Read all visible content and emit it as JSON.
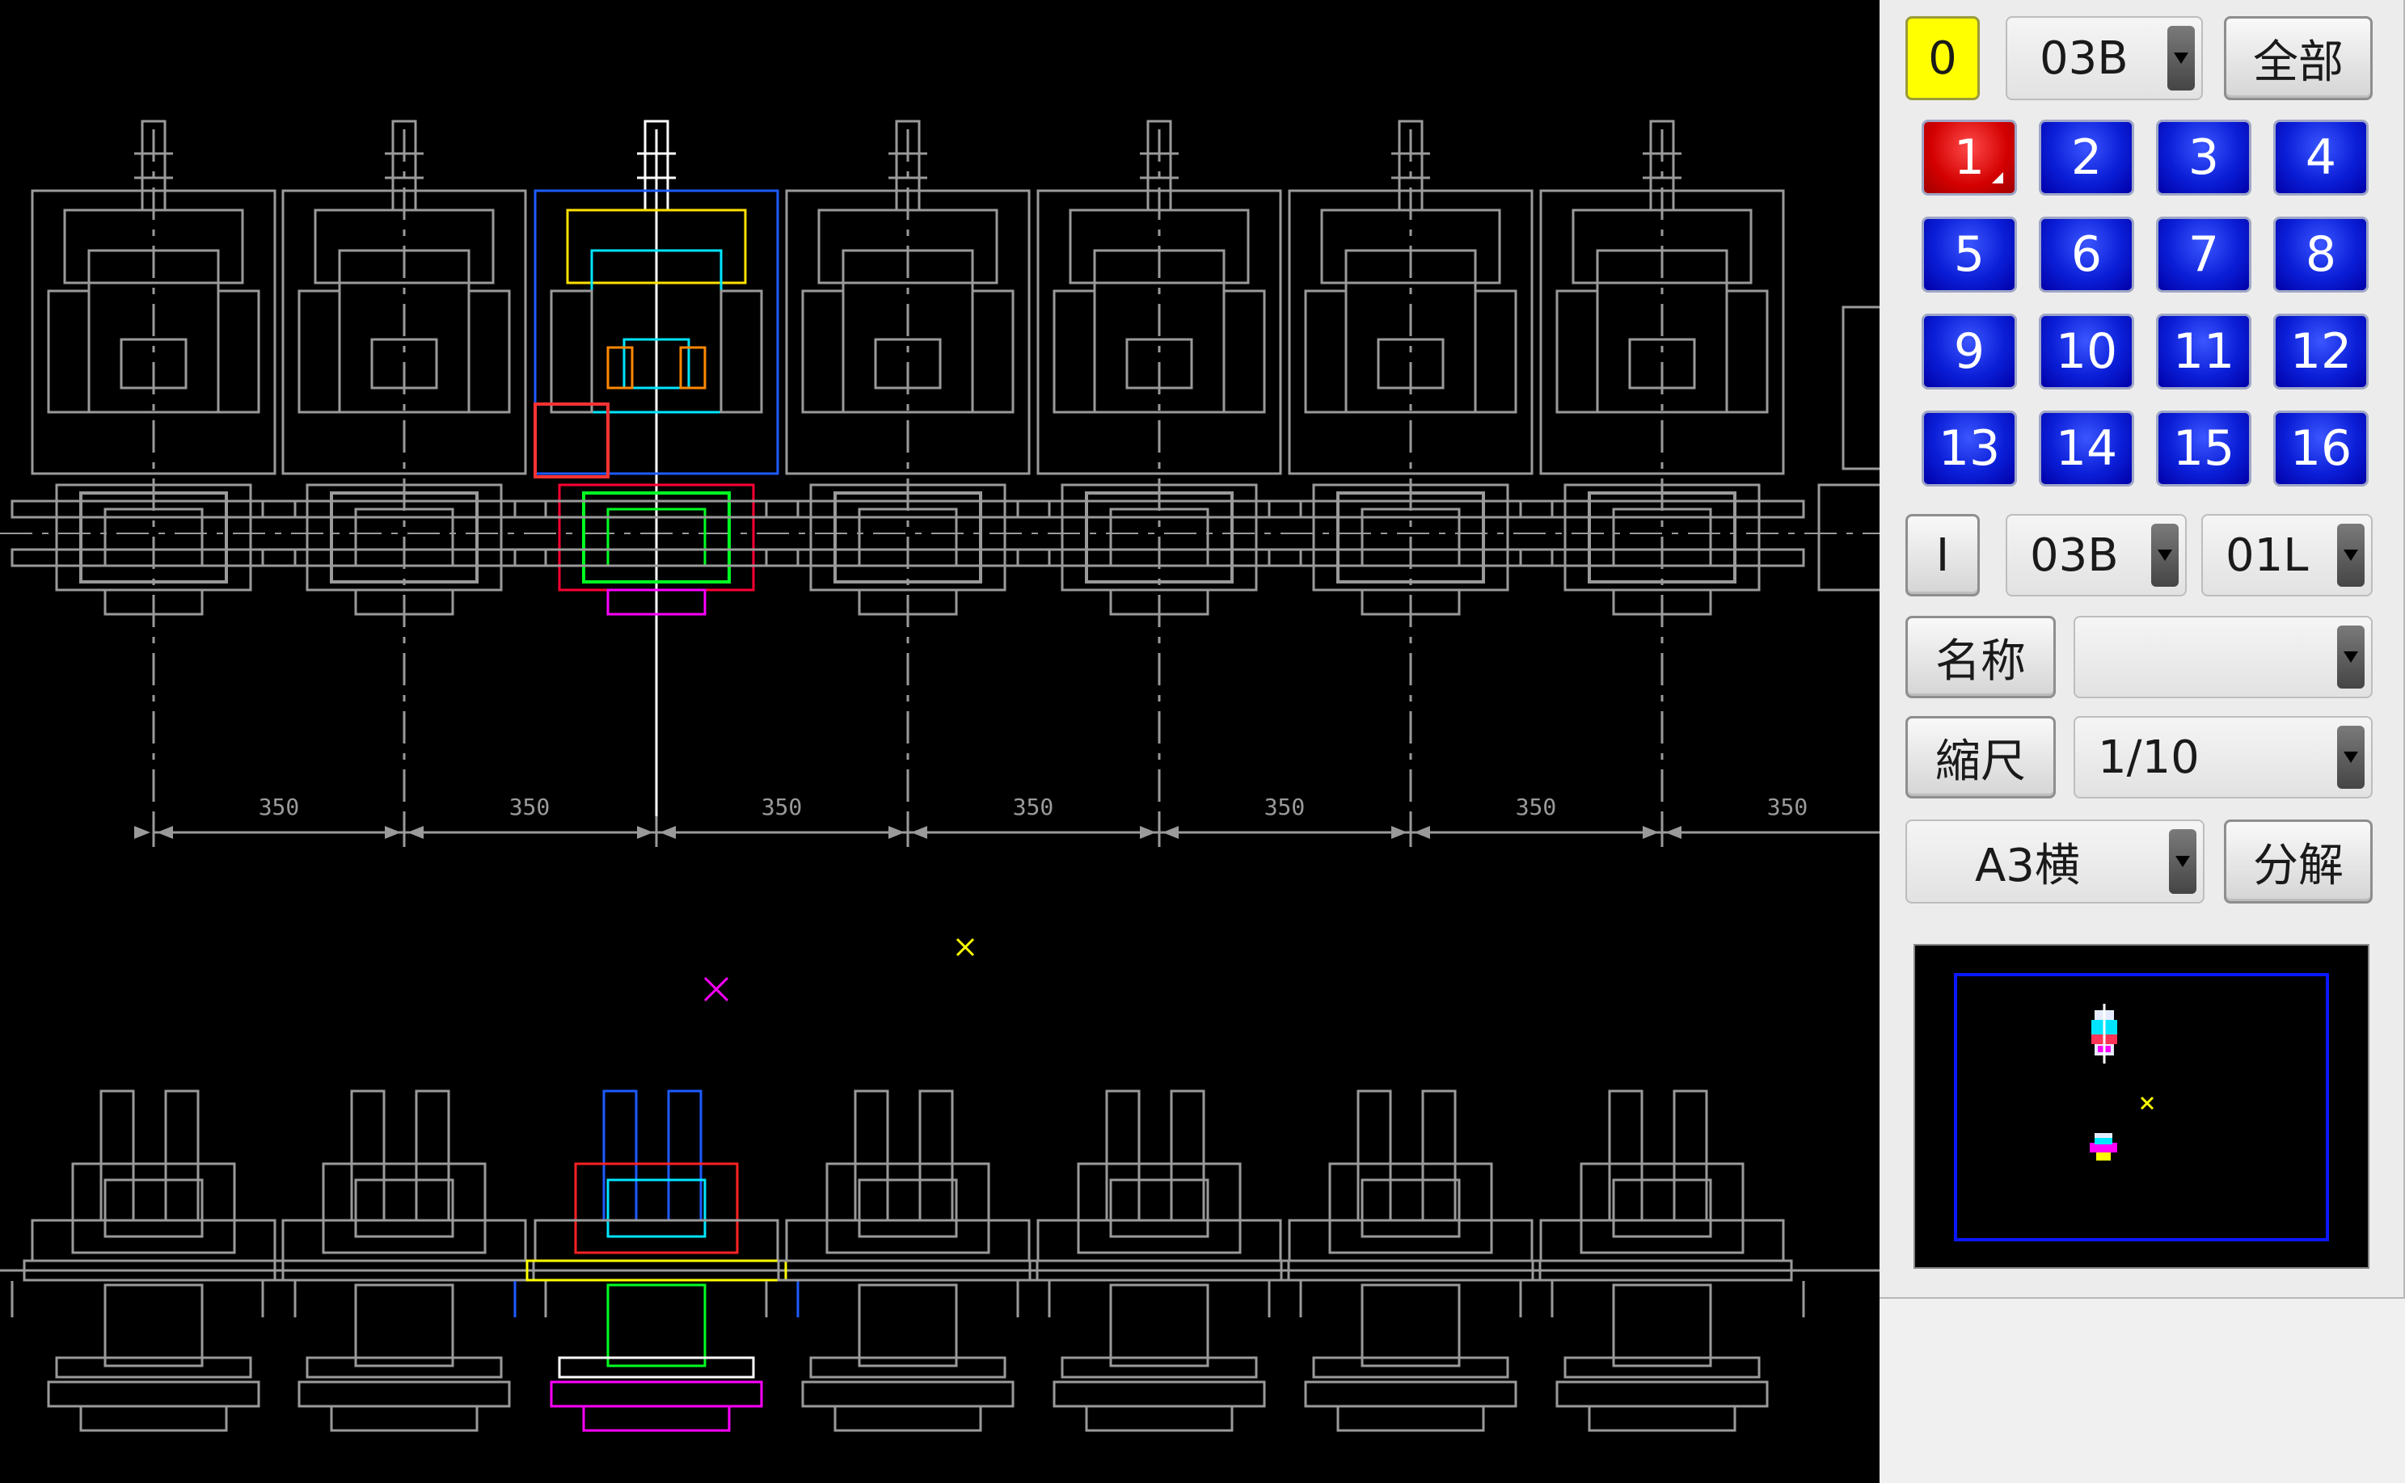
{
  "panel": {
    "top_row": {
      "layer_button": "0",
      "layer_select": "03B",
      "all_button": "全部"
    },
    "number_buttons": [
      "1",
      "2",
      "3",
      "4",
      "5",
      "6",
      "7",
      "8",
      "9",
      "10",
      "11",
      "12",
      "13",
      "14",
      "15",
      "16"
    ],
    "active_number": "1",
    "row_i": {
      "i_button": "I",
      "select_a": "03B",
      "select_b": "01L"
    },
    "name_row": {
      "label": "名称",
      "value": ""
    },
    "scale_row": {
      "label": "縮尺",
      "value": "1/10"
    },
    "paper_row": {
      "paper_select": "A3横",
      "explode_button": "分解"
    }
  },
  "canvas": {
    "dimension_labels": [
      "350",
      "350",
      "350",
      "350",
      "350",
      "350",
      "350"
    ]
  },
  "colors": {
    "drawing_gray": "#9a9a9a",
    "selected_blue": "#1e5bff",
    "selected_cyan": "#00e5ff",
    "selected_green": "#00ff22",
    "selected_magenta": "#ff00ff",
    "marker_yellow": "#ffff00",
    "number_button_blue": "#0b1fd8",
    "number_button_red": "#d30000"
  }
}
